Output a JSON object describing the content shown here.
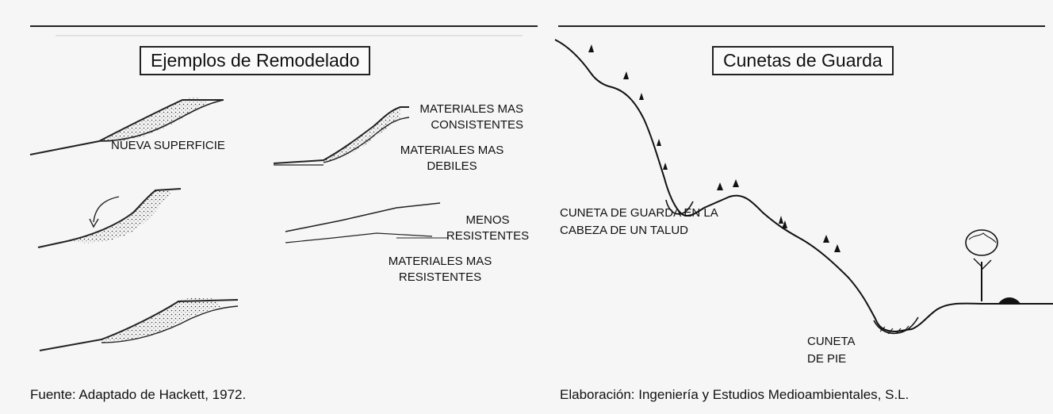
{
  "left": {
    "title": "Ejemplos de Remodelado",
    "labels": {
      "nueva_superficie": "NUEVA SUPERFICIE",
      "mat_consistentes_1": "MATERIALES MAS",
      "mat_consistentes_2": "CONSISTENTES",
      "mat_debiles_1": "MATERIALES MAS",
      "mat_debiles_2": "DEBILES",
      "menos_1": "MENOS",
      "menos_2": "RESISTENTES",
      "mas_res_1": "MATERIALES MAS",
      "mas_res_2": "RESISTENTES"
    },
    "caption": "Fuente: Adaptado de Hackett, 1972."
  },
  "right": {
    "title": "Cunetas de Guarda",
    "labels": {
      "cabeza_1": "CUNETA DE GUARDA EN LA",
      "cabeza_2": "CABEZA DE UN TALUD",
      "pie_1": "CUNETA",
      "pie_2": "DE PIE"
    },
    "caption": "Elaboración: Ingeniería y Estudios Medioambientales, S.L."
  }
}
